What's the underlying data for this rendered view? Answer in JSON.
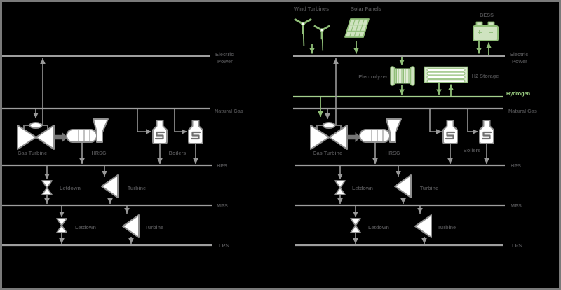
{
  "colors": {
    "background": "#000000",
    "frame": "#7a7a7a",
    "bus_gray": "#9e9e9e",
    "connector_gray": "#999999",
    "icon_stroke": "#8f8f8f",
    "icon_fill": "#ffffff",
    "text": "#4c4c4e",
    "thick_arrow": "#767676",
    "green_stroke": "#8fbd77",
    "green_fill": "#cfe3c0",
    "hydrogen_label_green": "#9ccf83"
  },
  "left": {
    "bus_labels": {
      "electric_1": "Electric",
      "electric_2": "Power",
      "natural_gas": "Natural Gas",
      "hps": "HPS",
      "mps": "MPS",
      "lps": "LPS"
    },
    "labels": {
      "gas_turbine": "Gas Turbine",
      "hrsg": "HRSG",
      "boilers": "Boilers",
      "hp_letdown": "Letdown",
      "hp_turbine": "Turbine",
      "mp_letdown": "Letdown",
      "mp_turbine": "Turbine"
    }
  },
  "right": {
    "bus_labels": {
      "electric_1": "Electric",
      "electric_2": "Power",
      "hydrogen": "Hydrogen",
      "natural_gas": "Natural Gas",
      "hps": "HPS",
      "mps": "MPS",
      "lps": "LPS"
    },
    "labels": {
      "wind_turbines": "Wind Turbines",
      "solar_panels": "Solar Panels",
      "bess": "BESS",
      "electrolyzer": "Electrolyzer",
      "h2_storage": "H2 Storage",
      "gas_turbine": "Gas Turbine",
      "hrsg": "HRSG",
      "boilers": "Boilers",
      "hp_letdown": "Letdown",
      "hp_turbine": "Turbine",
      "mp_letdown": "Letdown",
      "mp_turbine": "Turbine"
    }
  }
}
